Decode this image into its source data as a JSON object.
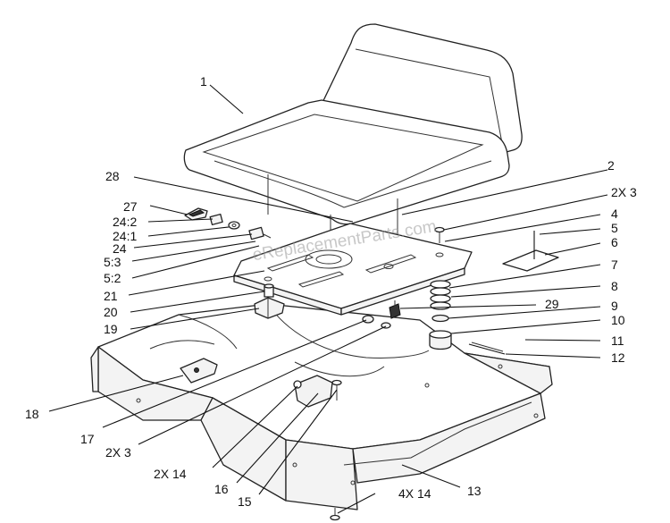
{
  "watermark": "eReplacementParts.com",
  "callouts": [
    {
      "id": "c1",
      "text": "1"
    },
    {
      "id": "c28",
      "text": "28"
    },
    {
      "id": "c27",
      "text": "27"
    },
    {
      "id": "c24-2",
      "text": "24:2"
    },
    {
      "id": "c24-1",
      "text": "24:1"
    },
    {
      "id": "c24",
      "text": "24"
    },
    {
      "id": "c5-3",
      "text": "5:3"
    },
    {
      "id": "c5-2",
      "text": "5:2"
    },
    {
      "id": "c21",
      "text": "21"
    },
    {
      "id": "c20",
      "text": "20"
    },
    {
      "id": "c19",
      "text": "19"
    },
    {
      "id": "c18",
      "text": "18"
    },
    {
      "id": "c17",
      "text": "17"
    },
    {
      "id": "c2x3-lower",
      "text": "2X 3"
    },
    {
      "id": "c2x14",
      "text": "2X 14"
    },
    {
      "id": "c16",
      "text": "16"
    },
    {
      "id": "c15",
      "text": "15"
    },
    {
      "id": "c4x14",
      "text": "4X 14"
    },
    {
      "id": "c13",
      "text": "13"
    },
    {
      "id": "c2",
      "text": "2"
    },
    {
      "id": "c2x3-upper",
      "text": "2X 3"
    },
    {
      "id": "c4",
      "text": "4"
    },
    {
      "id": "c5",
      "text": "5"
    },
    {
      "id": "c6",
      "text": "6"
    },
    {
      "id": "c7",
      "text": "7"
    },
    {
      "id": "c8",
      "text": "8"
    },
    {
      "id": "c29",
      "text": "29"
    },
    {
      "id": "c9",
      "text": "9"
    },
    {
      "id": "c10",
      "text": "10"
    },
    {
      "id": "c11",
      "text": "11"
    },
    {
      "id": "c12",
      "text": "12"
    }
  ]
}
